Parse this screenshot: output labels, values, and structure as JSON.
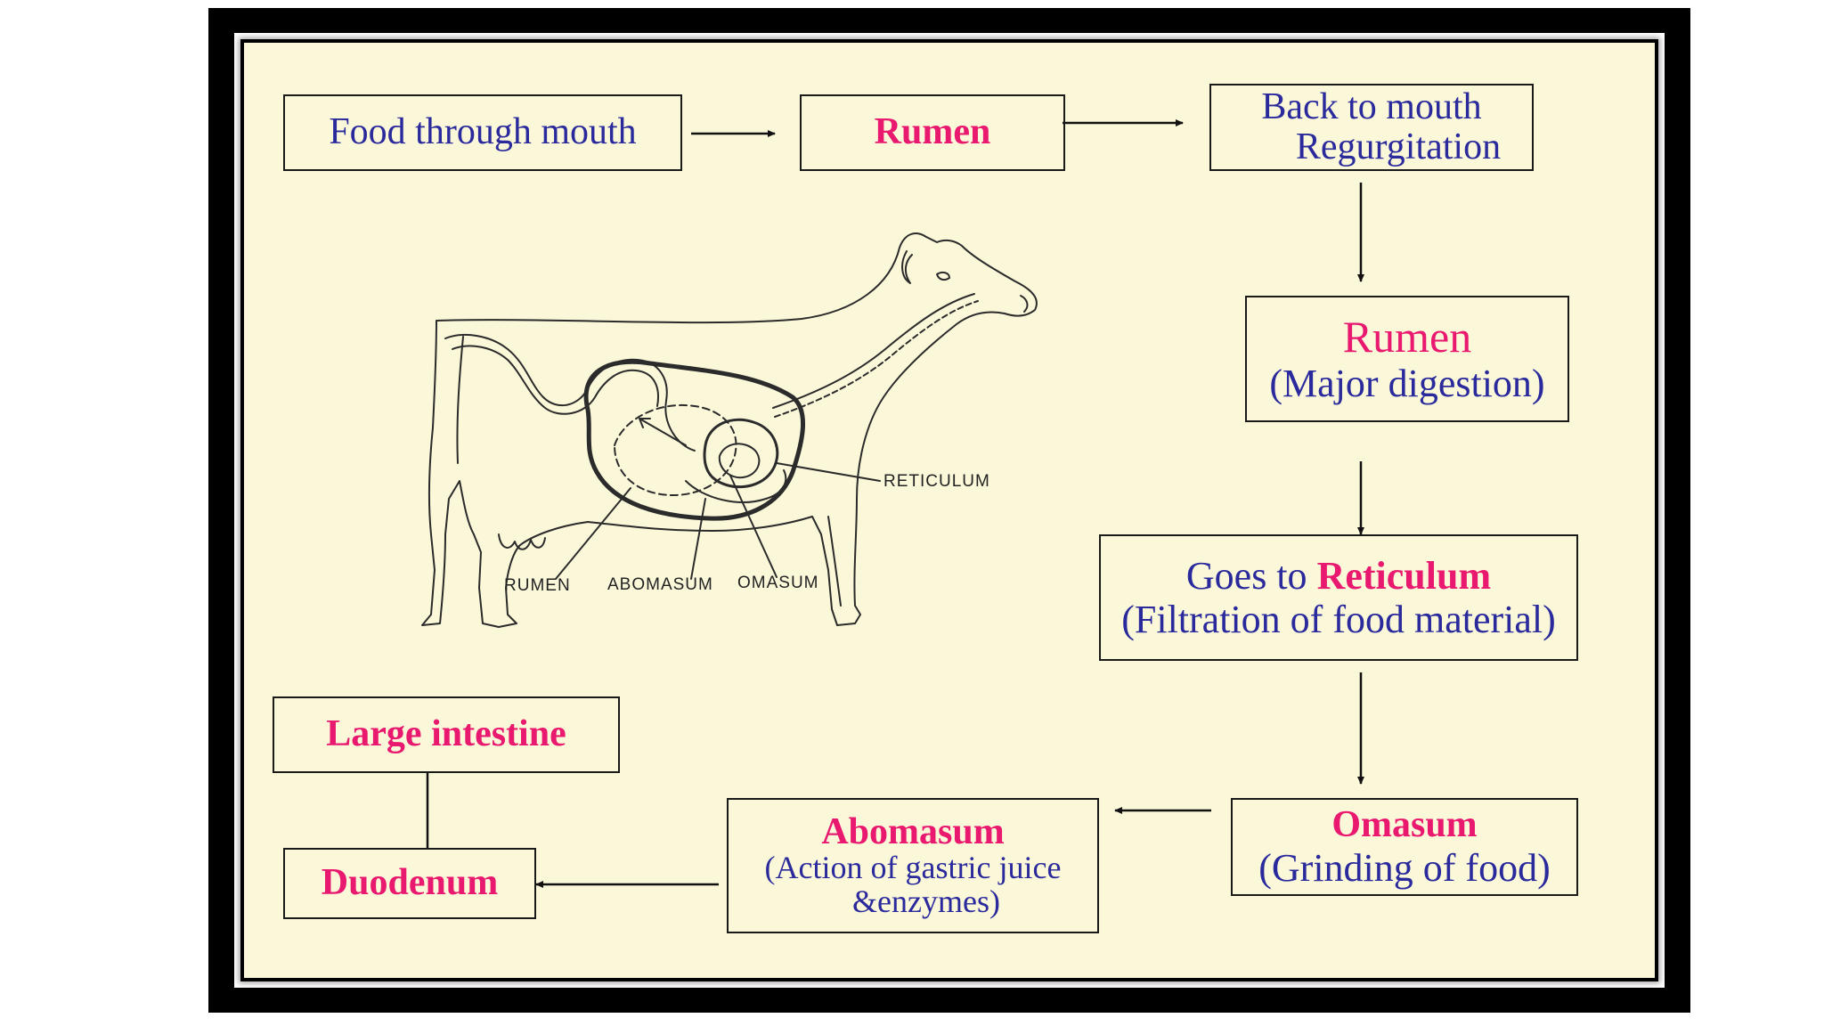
{
  "steps": {
    "food": "Food through mouth",
    "rumen1": "Rumen",
    "back_line1": "Back to mouth",
    "back_line2": "Regurgitation",
    "rumen2_title": "Rumen",
    "rumen2_sub": "(Major digestion)",
    "reticulum_prefix": "Goes to ",
    "reticulum_name": "Reticulum",
    "reticulum_sub": "(Filtration of food material)",
    "omasum_title": "Omasum",
    "omasum_sub": "(Grinding of food)",
    "abomasum_title": "Abomasum",
    "abomasum_sub1": "(Action of gastric juice",
    "abomasum_sub2": "&enzymes)",
    "duodenum": "Duodenum",
    "large_intestine": "Large intestine"
  },
  "cow_labels": {
    "reticulum": "RETICULUM",
    "rumen": "RUMEN",
    "abomasum": "ABOMASUM",
    "omasum": "OMASUM"
  },
  "colors": {
    "panel_bg": "#fbf8da",
    "step_blue": "#2a2a9c",
    "step_pink": "#e8196f"
  }
}
